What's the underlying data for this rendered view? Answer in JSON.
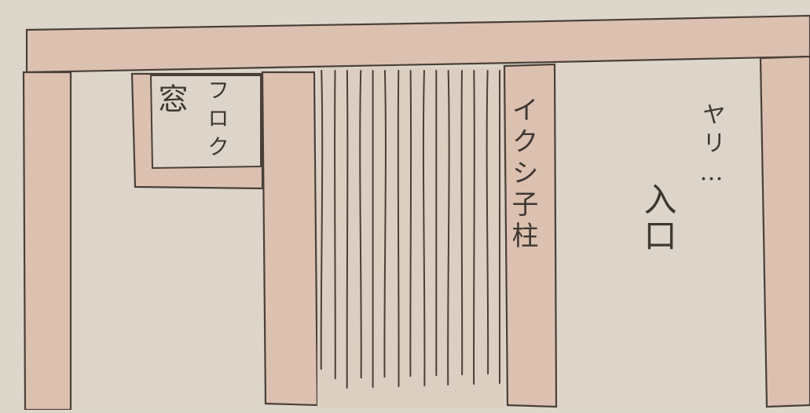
{
  "labels": {
    "window_name": "フロク",
    "window_kanji": "窓",
    "pillar": "イクシ子柱",
    "note": "ヤリ…",
    "entrance": "入口"
  },
  "colors": {
    "paper": "#ddd6cb",
    "wood": "#dcc1b1",
    "ink": "#4a4038"
  },
  "slat_count": 15
}
